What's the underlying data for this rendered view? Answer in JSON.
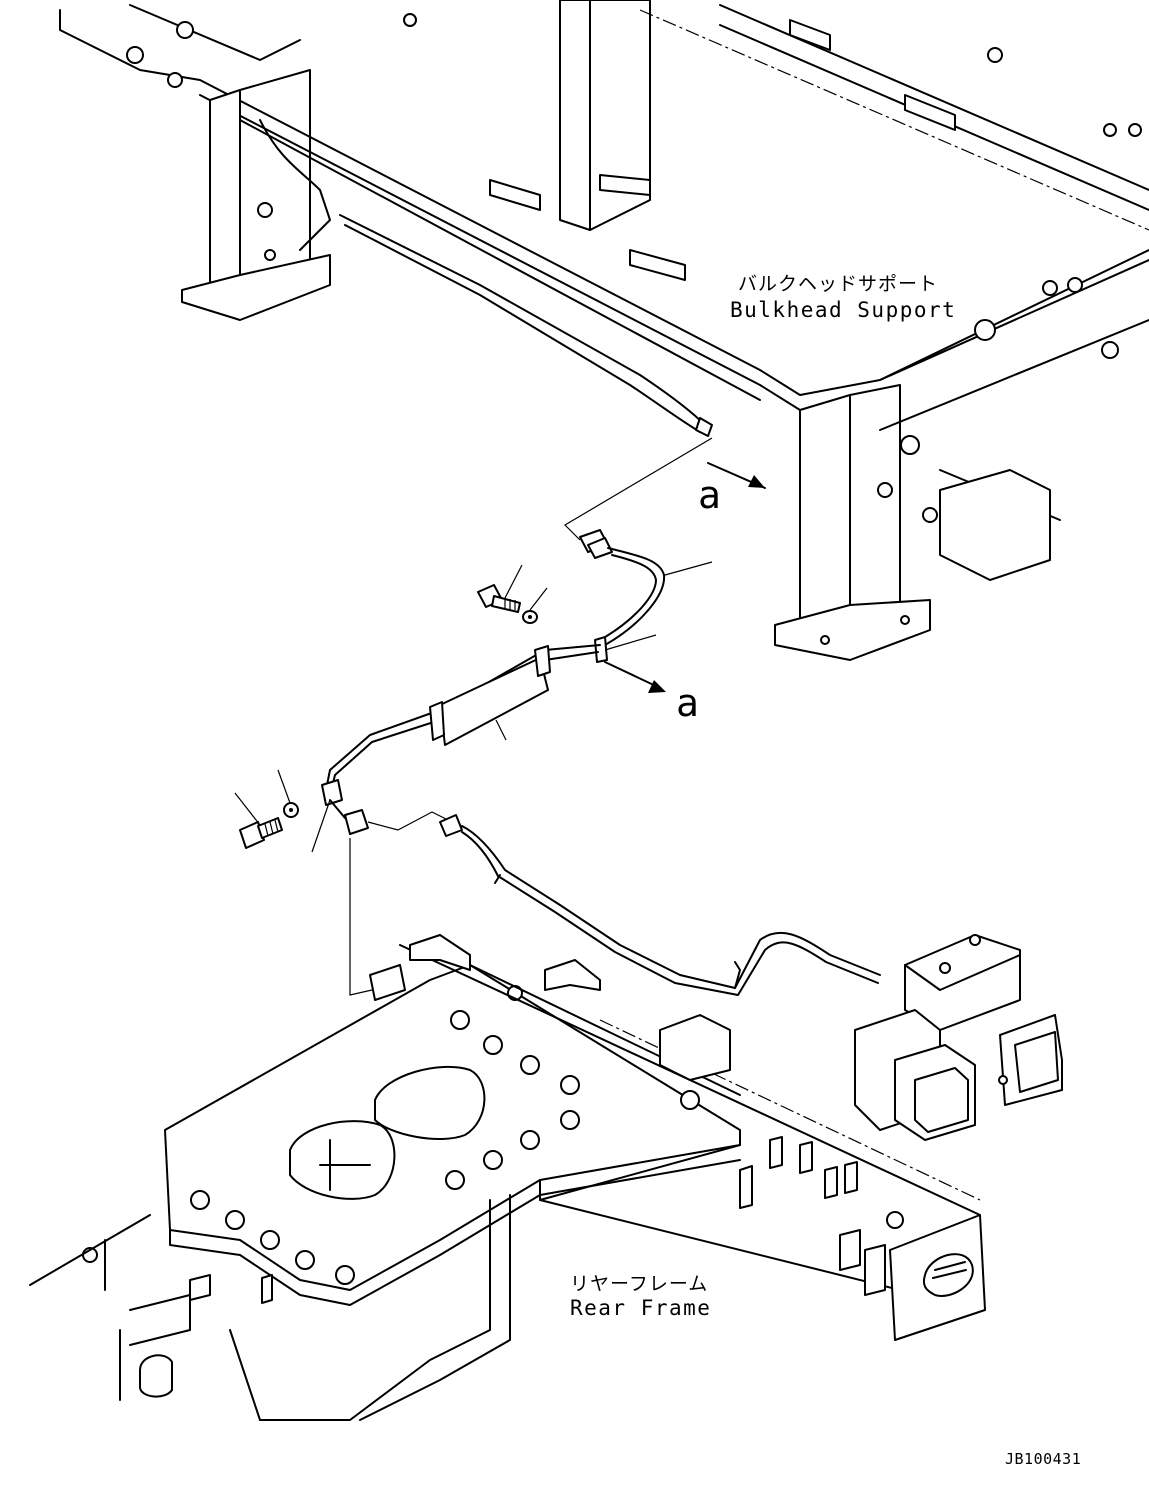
{
  "labels": {
    "bulkhead_jp": "バルクヘッドサポート",
    "bulkhead_en": "Bulkhead Support",
    "rear_frame_jp": "リヤーフレーム",
    "rear_frame_en": "Rear Frame",
    "view_ref_upper": "a",
    "view_ref_lower": "a",
    "drawing_id": "JB100431"
  },
  "icons": {
    "bolt": "bolt-icon",
    "washer": "washer-icon",
    "clamp": "clamp-icon",
    "connector": "connector-icon",
    "lamp": "work-lamp-icon"
  }
}
